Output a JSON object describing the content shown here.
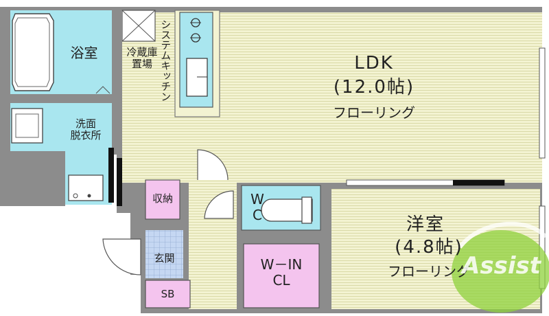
{
  "rooms": {
    "bath": "浴室",
    "washroom": "洗面\n脱衣所",
    "fridge": "冷蔵庫\n置場",
    "kitchen": "システムキッチン",
    "ldk_name": "LDK",
    "ldk_size": "(12.0帖)",
    "ldk_floor": "フローリング",
    "storage": "収納",
    "wc": "W\nC",
    "entrance": "玄関",
    "sb": "SB",
    "walkin": "W－IN\nCL",
    "western_name": "洋室",
    "western_size": "(4.8帖)",
    "western_floor": "フローリング"
  },
  "watermark": "Assist",
  "colors": {
    "wall": "#8c8c8c",
    "floor": "#f3f3d2",
    "stripe": "#d9d9a6",
    "wet": "#a9e6ef",
    "closet": "#f4c4ee",
    "tile": "#c5d7f2",
    "logo_green": "#8fd13c"
  }
}
